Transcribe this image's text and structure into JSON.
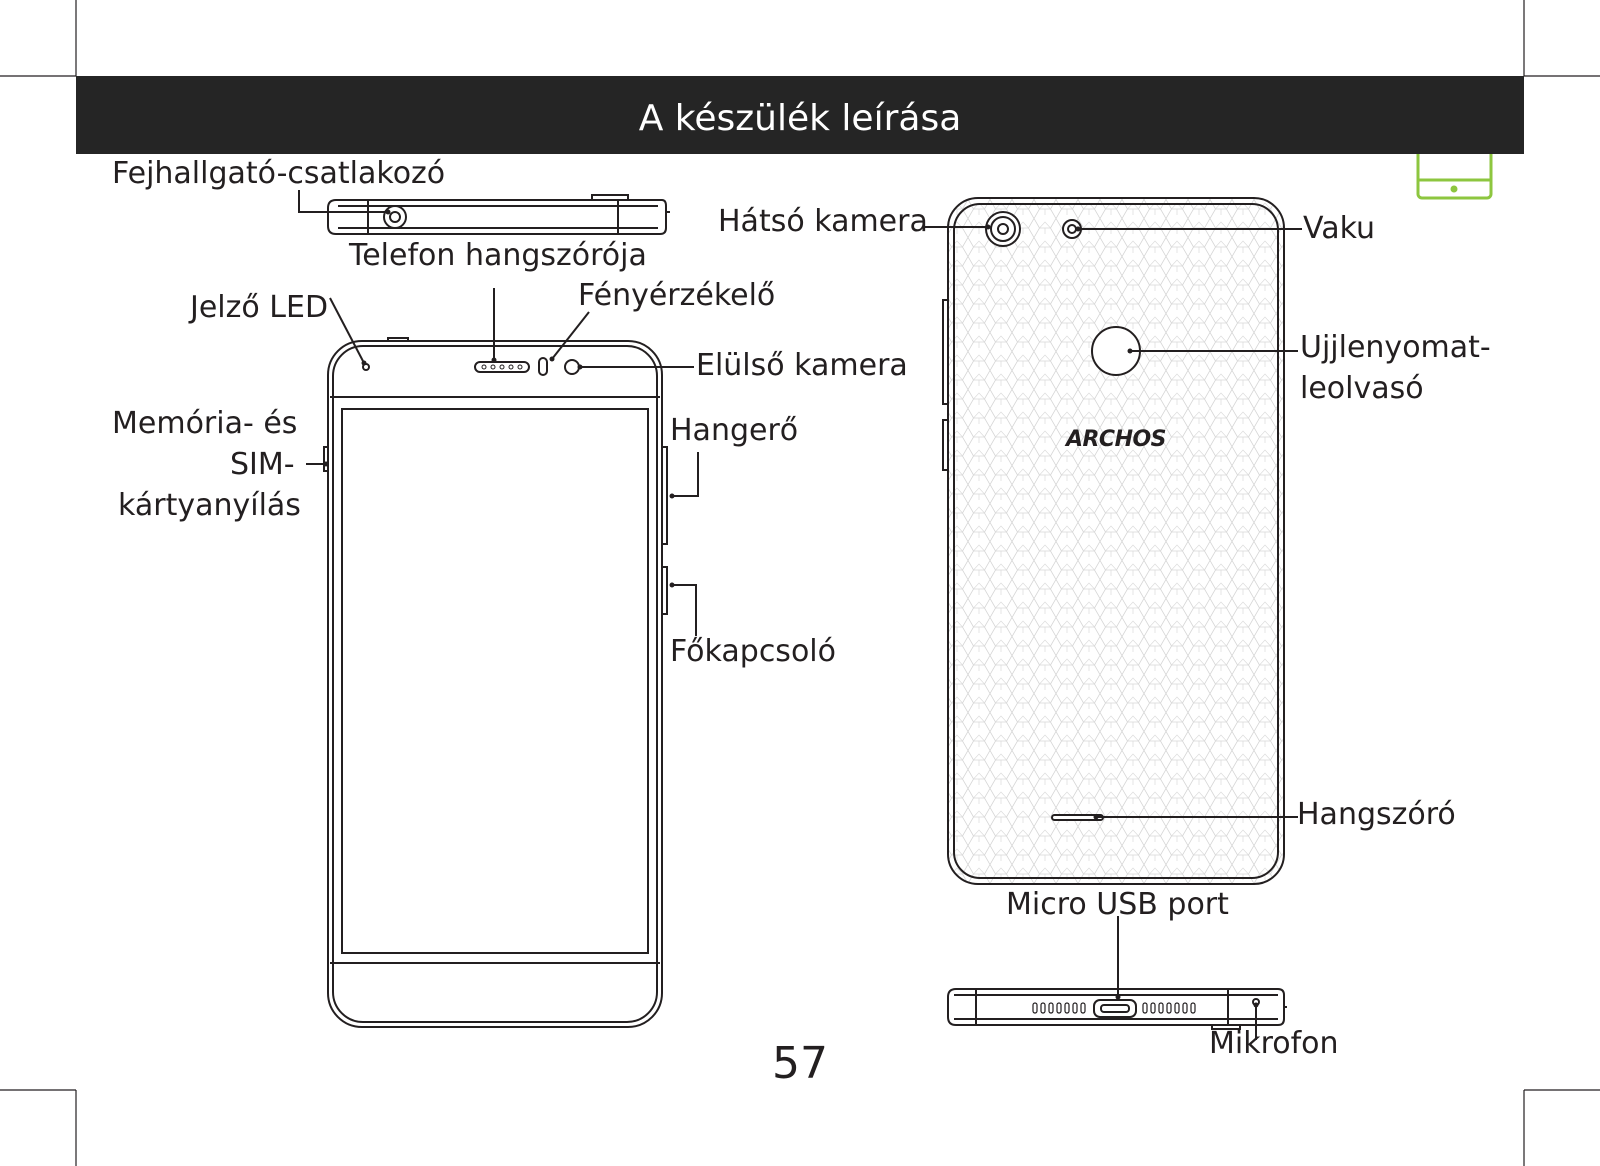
{
  "header": {
    "title": "A készülék leírása"
  },
  "labels": {
    "headphone_jack": "Fejhallgató-csatlakozó",
    "earpiece": "Telefon hangszórója",
    "indicator_led": "Jelző LED",
    "light_sensor": "Fényérzékelő",
    "front_camera": "Elülső kamera",
    "card_slot_line1": "Memória- és",
    "card_slot_line2": "SIM-",
    "card_slot_line3": "kártyanyílás",
    "volume": "Hangerő",
    "power": "Főkapcsoló",
    "rear_camera": "Hátsó kamera",
    "flash": "Vaku",
    "fingerprint_line1": "Ujjlenyomat-",
    "fingerprint_line2": "leolvasó",
    "speaker": "Hangszóró",
    "usb": "Micro USB port",
    "microphone": "Mikrofon"
  },
  "brand": {
    "logo_text": "ARCHOS"
  },
  "page": {
    "number": "57"
  },
  "colors": {
    "header_bg": "#252525",
    "accent": "#8dc63f",
    "line": "#231f20"
  }
}
